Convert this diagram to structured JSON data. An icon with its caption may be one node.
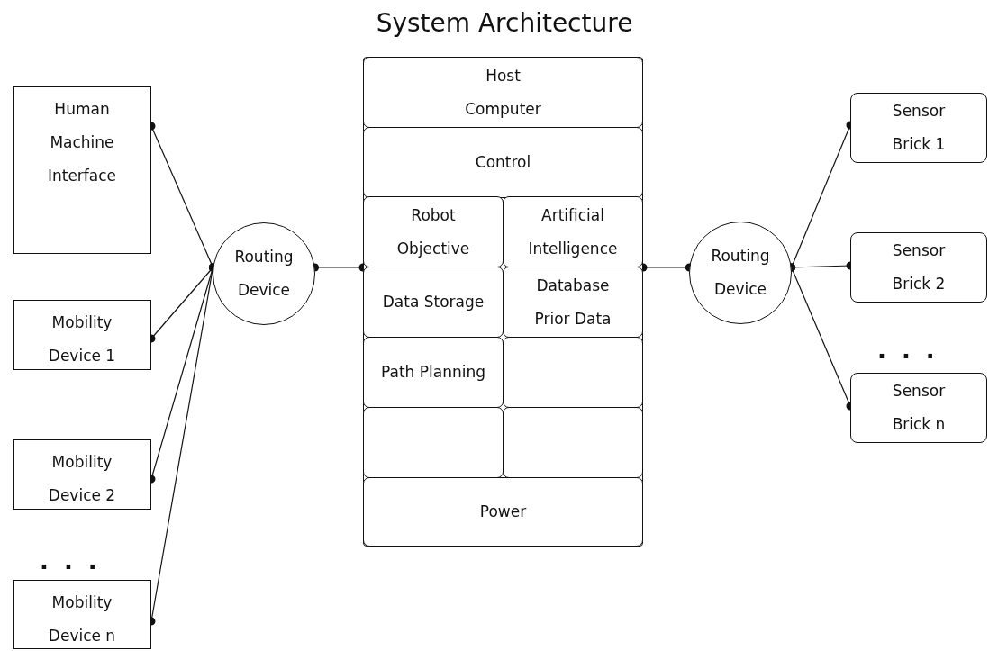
{
  "diagram": {
    "title": "System Architecture",
    "nodes": [
      {
        "text": [
          "Human Machine Interface"
        ]
      },
      {
        "text": [
          "Mobility Device 1"
        ]
      },
      {
        "text": [
          "Mobility Device 2"
        ]
      },
      {
        "text": [
          "Mobility Device n"
        ]
      },
      {
        "text": [
          "Routing Device"
        ]
      },
      {
        "text": [],
        "shape": "box"
      },
      {
        "text": [
          "Host Computer"
        ],
        "in": 5
      },
      {
        "text": [
          "Control"
        ],
        "in": 5
      },
      {
        "text": [
          "Robot Objective"
        ],
        "in": 5
      },
      {
        "text": [
          "Artificial Intelligence"
        ],
        "in": 5
      },
      {
        "text": [
          "Data Storage"
        ],
        "in": 5
      },
      {
        "text": [
          "Database Prior Data"
        ],
        "in": 5
      },
      {
        "text": [
          "Path Planning"
        ],
        "in": 5
      },
      {
        "text": [],
        "shape": "box",
        "in": 5
      },
      {
        "text": [],
        "shape": "box",
        "in": 5
      },
      {
        "text": [],
        "shape": "box",
        "in": 5
      },
      {
        "text": [
          "Power"
        ],
        "in": 5
      },
      {
        "text": [
          "Routing Device"
        ]
      },
      {
        "text": [
          "Sensor Brick 1"
        ]
      },
      {
        "text": [
          "Sensor Brick 2"
        ]
      },
      {
        "text": [
          "Sensor Brick n"
        ]
      }
    ],
    "edges": [
      {
        "from": 0,
        "to": 4,
        "arrow": "other"
      },
      {
        "from": 1,
        "to": 4,
        "arrow": "other"
      },
      {
        "from": 2,
        "to": 4,
        "arrow": "other"
      },
      {
        "from": 3,
        "to": 4,
        "arrow": "other"
      },
      {
        "from": 4,
        "to": 5,
        "arrow": "other"
      },
      {
        "from": 5,
        "to": 17,
        "arrow": "other"
      },
      {
        "from": 17,
        "to": 18,
        "arrow": "other"
      },
      {
        "from": 17,
        "to": 19,
        "arrow": "other"
      },
      {
        "from": 17,
        "to": 20,
        "arrow": "other"
      }
    ],
    "labels": [
      ". . .",
      ". . ."
    ]
  }
}
